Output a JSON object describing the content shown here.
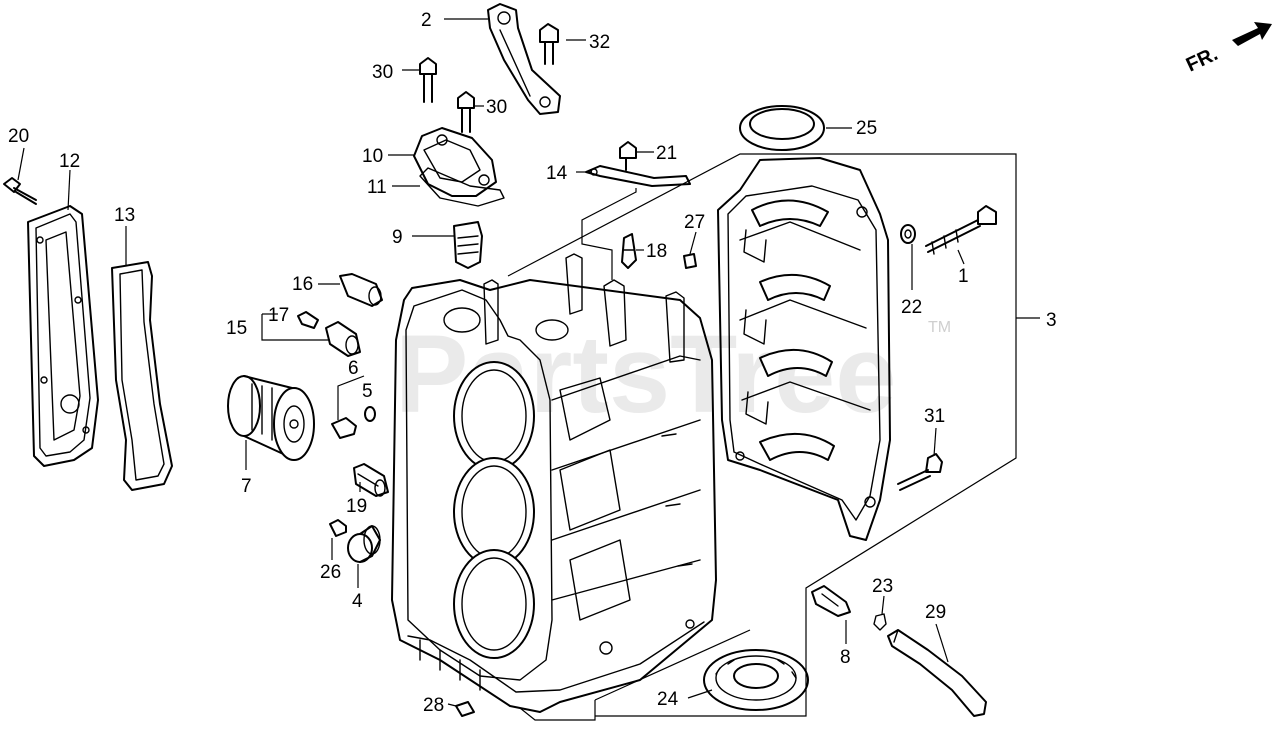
{
  "diagram": {
    "direction_label": "FR.",
    "watermark": "PartsTree",
    "watermark_mark": "TM",
    "callouts": {
      "c1": "1",
      "c2": "2",
      "c3": "3",
      "c4": "4",
      "c5": "5",
      "c6": "6",
      "c7": "7",
      "c8": "8",
      "c9": "9",
      "c10": "10",
      "c11": "11",
      "c12": "12",
      "c13": "13",
      "c14": "14",
      "c15": "15",
      "c16": "16",
      "c17": "17",
      "c18": "18",
      "c19": "19",
      "c20": "20",
      "c21": "21",
      "c22": "22",
      "c23": "23",
      "c24": "24",
      "c25": "25",
      "c26": "26",
      "c27": "27",
      "c28": "28",
      "c29": "29",
      "c30a": "30",
      "c30b": "30",
      "c31": "31",
      "c32": "32"
    }
  }
}
